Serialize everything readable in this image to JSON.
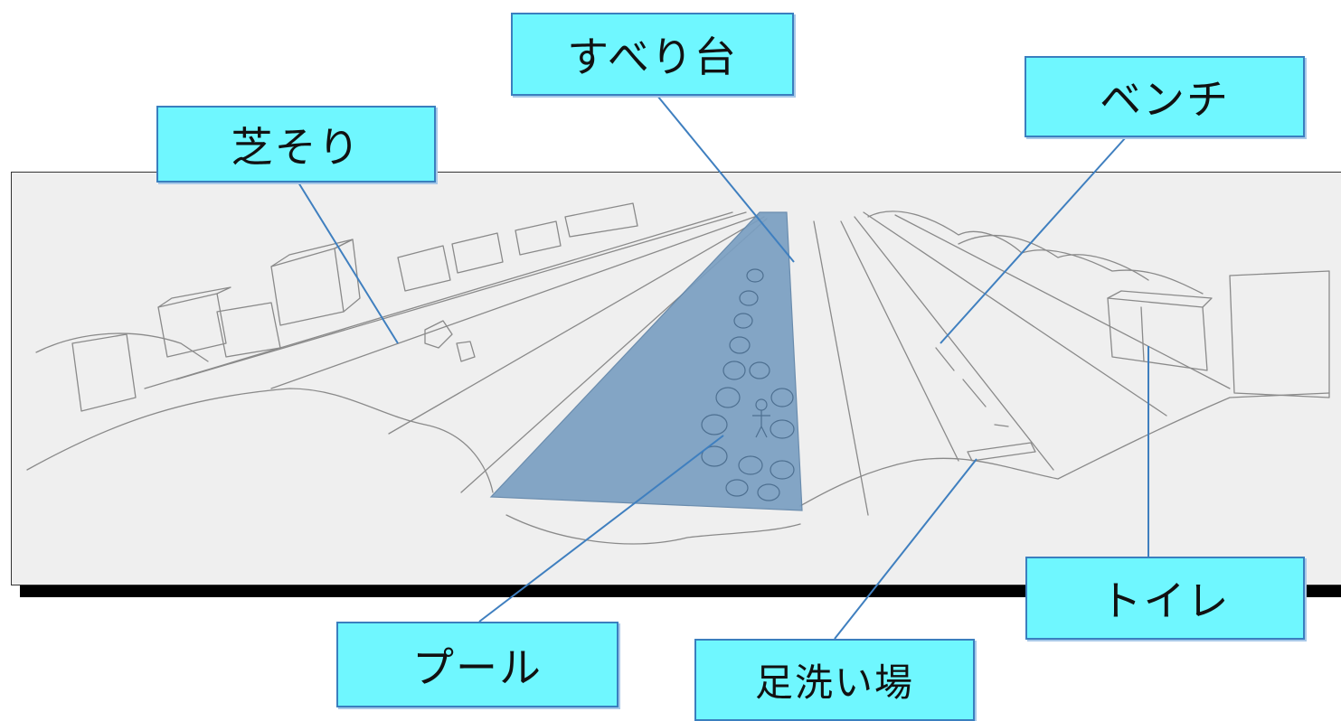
{
  "labels": {
    "slide": "すべり台",
    "grass_sledding": "芝そり",
    "bench": "ベンチ",
    "pool": "プール",
    "foot_wash": "足洗い場",
    "toilet": "トイレ"
  },
  "colors": {
    "callout_fill": "#6ff7ff",
    "callout_border": "#3a7fbf",
    "leader_line": "#3f7fbf",
    "pool_water": "#7a9fc2",
    "panel_background": "#efefef",
    "panel_shadow": "#000000",
    "sketch_line": "#8a8a8a"
  },
  "icons": {
    "scene": "riverside-park-sketch"
  }
}
